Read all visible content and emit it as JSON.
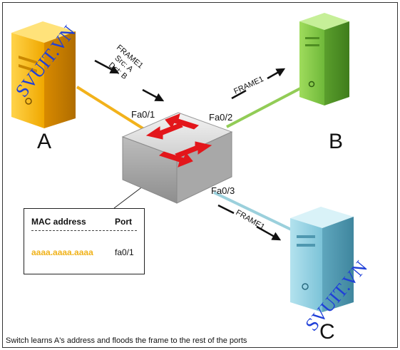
{
  "hosts": {
    "a": {
      "label": "A",
      "color": "#f2b21b"
    },
    "b": {
      "label": "B",
      "color": "#8fcd4f"
    },
    "c": {
      "label": "C",
      "color": "#8ccfe0"
    }
  },
  "watermark": "SVUIT.VN",
  "frame_in": {
    "line1": "FRAME1",
    "line2": "Src: A",
    "line3": "Dst: B"
  },
  "frame_out": "FRAME1",
  "ports": {
    "fa01": "Fa0/1",
    "fa02": "Fa0/2",
    "fa03": "Fa0/3"
  },
  "link_colors": {
    "a": "#f2b21b",
    "b": "#92cc56",
    "c": "#9bd0dc"
  },
  "mac_table": {
    "header_mac": "MAC address",
    "header_port": "Port",
    "entry_mac": "aaaa.aaaa.aaaa",
    "entry_port": "fa0/1"
  },
  "caption": "Switch learns A's address and floods the frame to the rest of the ports"
}
